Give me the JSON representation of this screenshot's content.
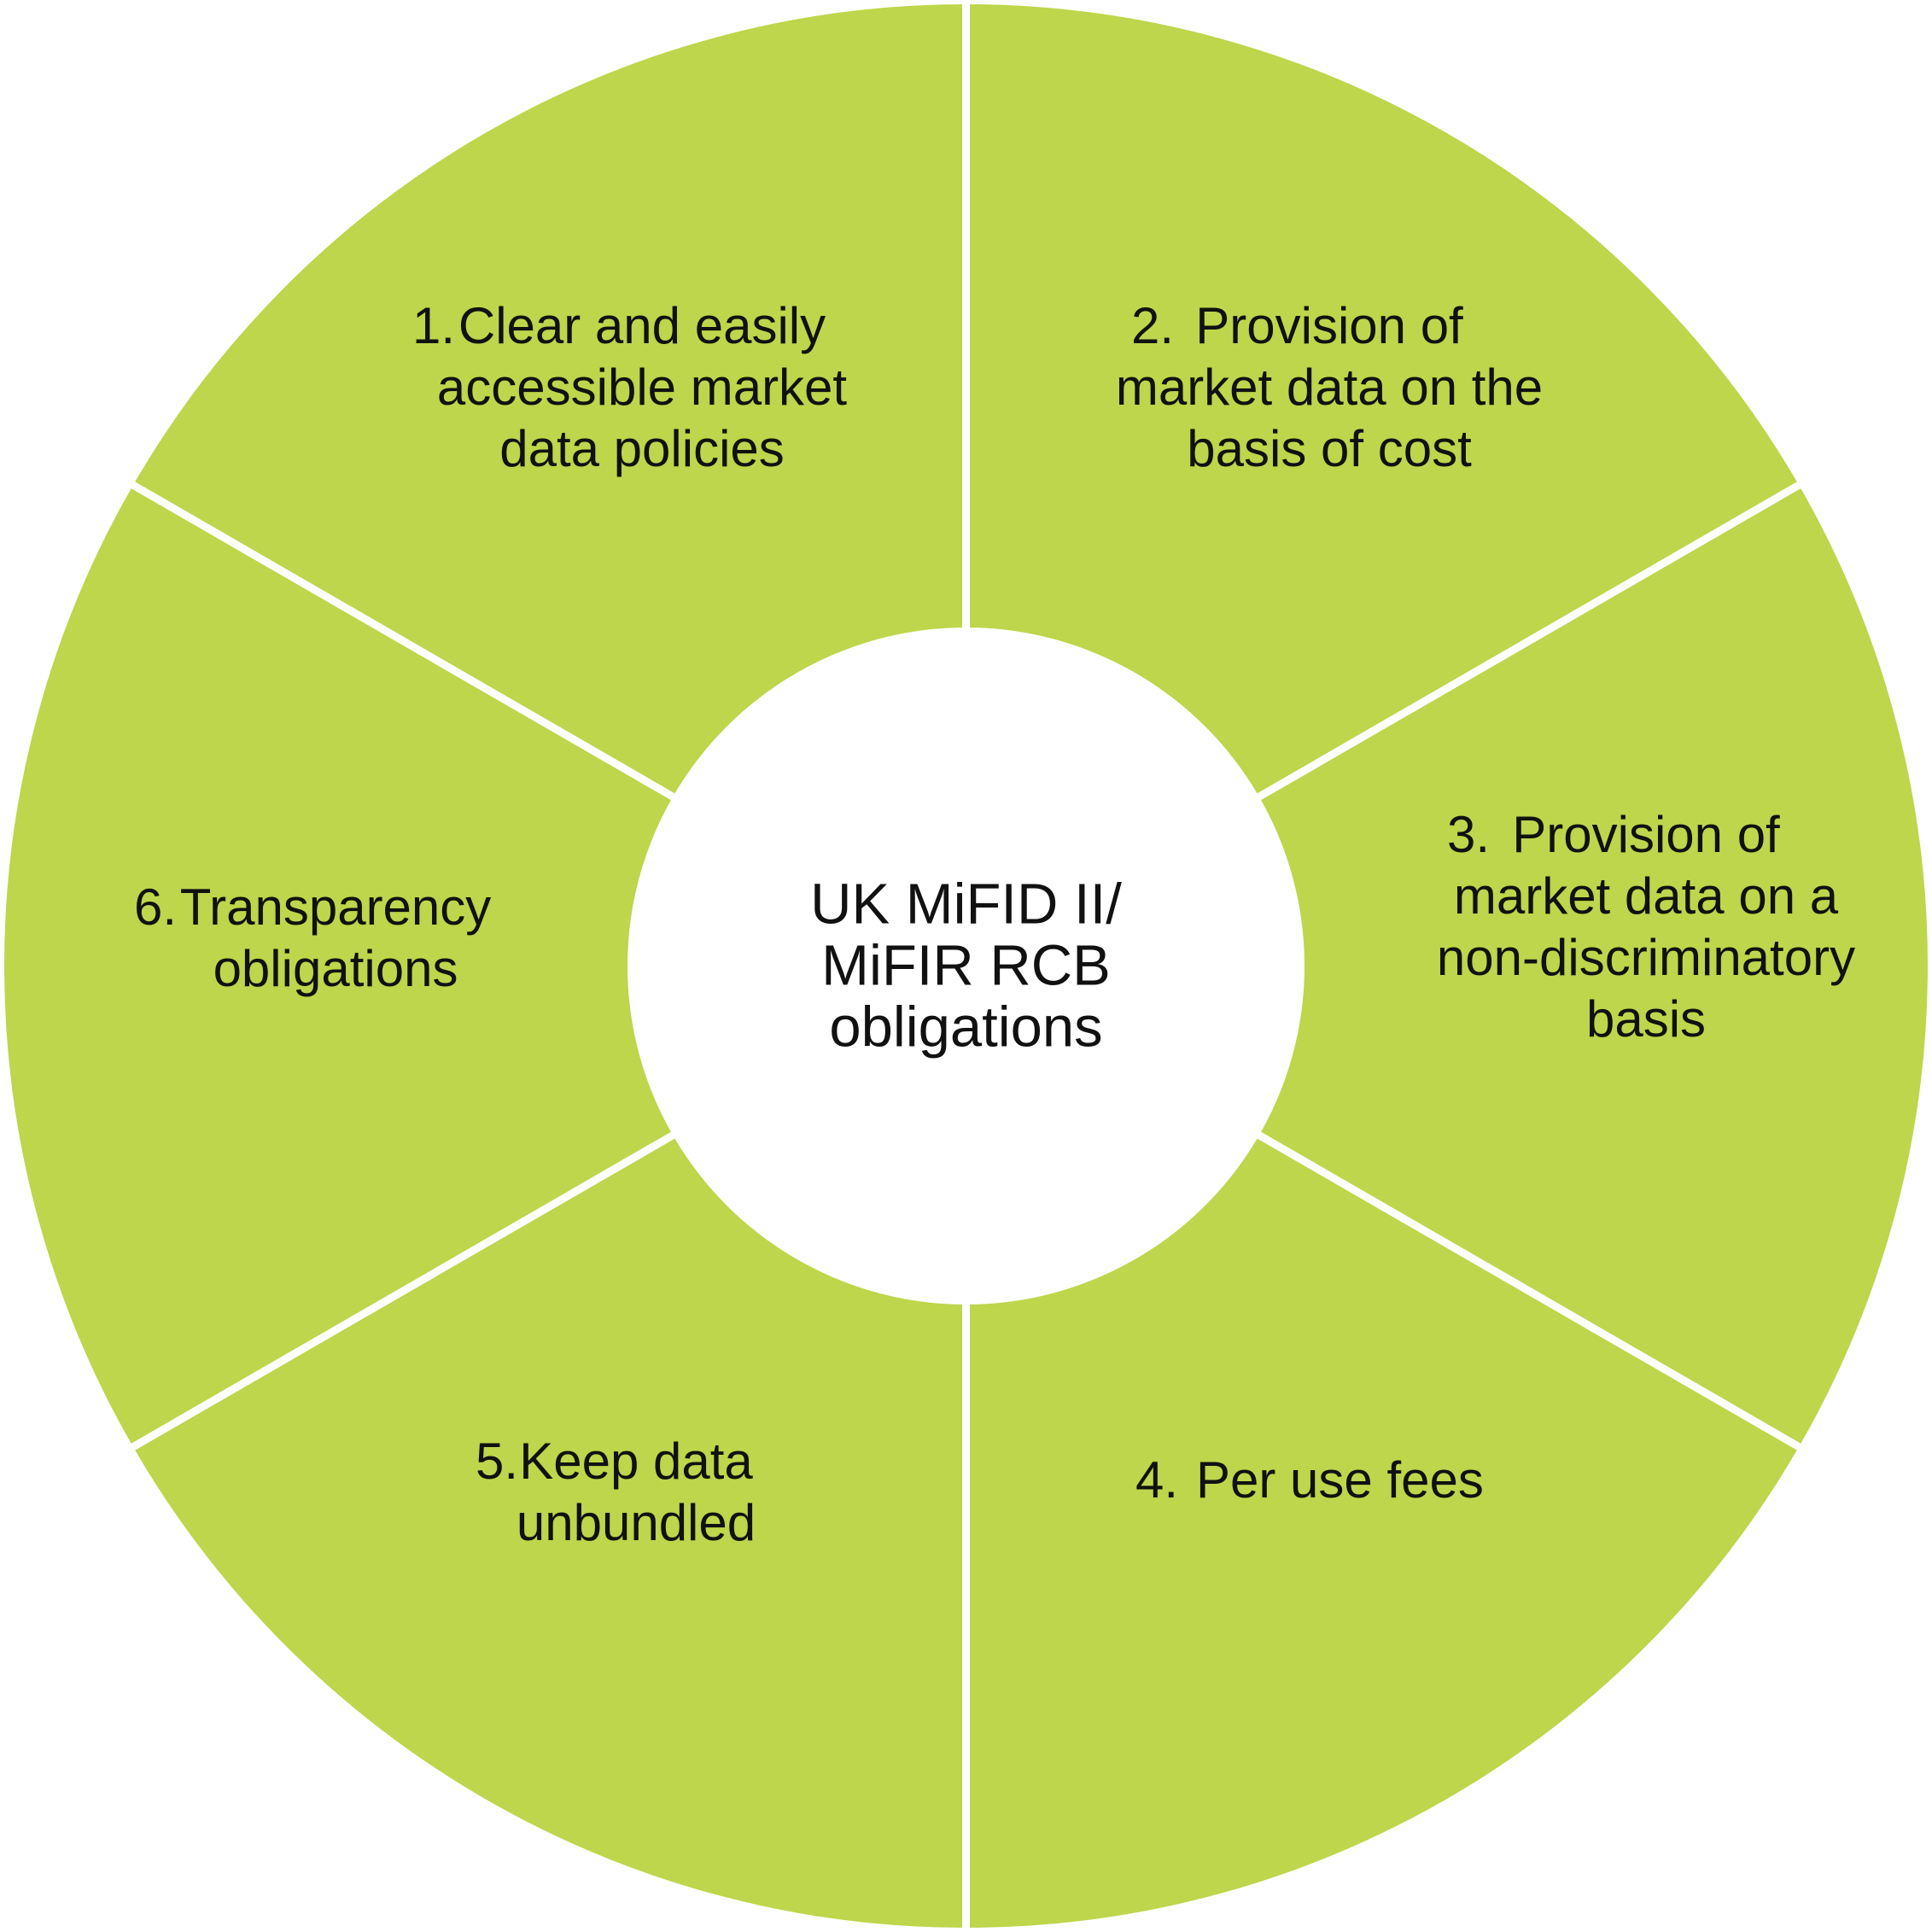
{
  "colors": {
    "segment_fill": "#bdd64b",
    "divider": "#ffffff",
    "hub_fill": "#ffffff",
    "text": "#111111"
  },
  "center": {
    "lines": [
      "UK MiFID II/",
      "MiFIR RCB",
      "obligations"
    ]
  },
  "segments": [
    {
      "number": "1.",
      "lines": [
        "Clear and easily",
        "accessible market",
        "data policies"
      ]
    },
    {
      "number": "2.",
      "lines": [
        "Provision of",
        "market data on the",
        "basis of cost"
      ]
    },
    {
      "number": "3.",
      "lines": [
        "Provision of",
        "market data on a",
        "non-discriminatory",
        "basis"
      ]
    },
    {
      "number": "4.",
      "lines": [
        "Per use fees"
      ]
    },
    {
      "number": "5.",
      "lines": [
        "Keep data",
        "unbundled"
      ]
    },
    {
      "number": "6.",
      "lines": [
        "Transparency",
        "obligations"
      ]
    }
  ]
}
